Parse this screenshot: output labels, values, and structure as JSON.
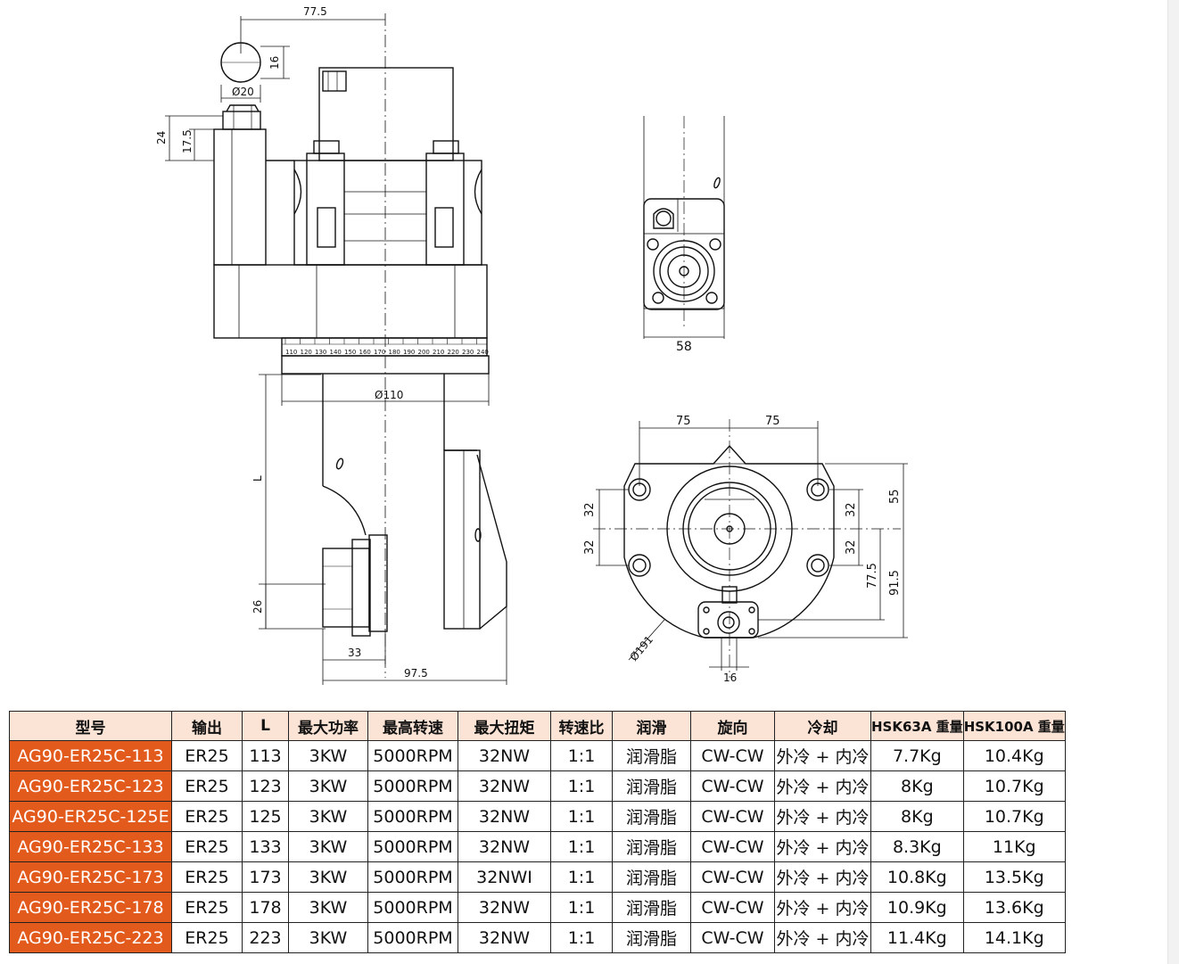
{
  "drawing": {
    "side_view": {
      "dim_top_width": "77.5",
      "dim_knob_height": "16",
      "dim_knob_diameter": "Ø20",
      "dim_left_24": "24",
      "dim_left_17_5": "17.5",
      "dim_flange_diameter": "Ø110",
      "dim_L": "L",
      "dim_26": "26",
      "dim_33": "33",
      "dim_97_5": "97.5",
      "scale_labels": [
        "110",
        "120",
        "130",
        "140",
        "150",
        "160",
        "170",
        "180",
        "190",
        "200",
        "210",
        "220",
        "230",
        "240"
      ]
    },
    "front_view": {
      "dim_width": "58"
    },
    "bottom_view": {
      "dim_left_75": "75",
      "dim_right_75": "75",
      "dim_left_32_top": "32",
      "dim_left_32_bottom": "32",
      "dim_right_32_top": "32",
      "dim_right_32_bottom": "32",
      "dim_55": "55",
      "dim_77_5": "77.5",
      "dim_91_5": "91.5",
      "dim_191": "Ø191",
      "dim_16": "16"
    }
  },
  "table": {
    "headers": [
      "型号",
      "输出",
      "L",
      "最大功率",
      "最高转速",
      "最大扭矩",
      "转速比",
      "润滑",
      "旋向",
      "冷却",
      "HSK63A 重量",
      "HSK100A 重量"
    ],
    "rows": [
      [
        "AG90-ER25C-113",
        "ER25",
        "113",
        "3KW",
        "5000RPM",
        "32NW",
        "1:1",
        "润滑脂",
        "CW-CW",
        "外冷 + 内冷",
        "7.7Kg",
        "10.4Kg"
      ],
      [
        "AG90-ER25C-123",
        "ER25",
        "123",
        "3KW",
        "5000RPM",
        "32NW",
        "1:1",
        "润滑脂",
        "CW-CW",
        "外冷 + 内冷",
        "8Kg",
        "10.7Kg"
      ],
      [
        "AG90-ER25C-125E",
        "ER25",
        "125",
        "3KW",
        "5000RPM",
        "32NW",
        "1:1",
        "润滑脂",
        "CW-CW",
        "外冷 + 内冷",
        "8Kg",
        "10.7Kg"
      ],
      [
        "AG90-ER25C-133",
        "ER25",
        "133",
        "3KW",
        "5000RPM",
        "32NW",
        "1:1",
        "润滑脂",
        "CW-CW",
        "外冷 + 内冷",
        "8.3Kg",
        "11Kg"
      ],
      [
        "AG90-ER25C-173",
        "ER25",
        "173",
        "3KW",
        "5000RPM",
        "32NWI",
        "1:1",
        "润滑脂",
        "CW-CW",
        "外冷 + 内冷",
        "10.8Kg",
        "13.5Kg"
      ],
      [
        "AG90-ER25C-178",
        "ER25",
        "178",
        "3KW",
        "5000RPM",
        "32NW",
        "1:1",
        "润滑脂",
        "CW-CW",
        "外冷 + 内冷",
        "10.9Kg",
        "13.6Kg"
      ],
      [
        "AG90-ER25C-223",
        "ER25",
        "223",
        "3KW",
        "5000RPM",
        "32NW",
        "1:1",
        "润滑脂",
        "CW-CW",
        "外冷 + 内冷",
        "11.4Kg",
        "14.1Kg"
      ]
    ]
  },
  "colors": {
    "header_bg": "#fbe3d6",
    "model_bg": "#e35a1d",
    "line": "#111111"
  }
}
